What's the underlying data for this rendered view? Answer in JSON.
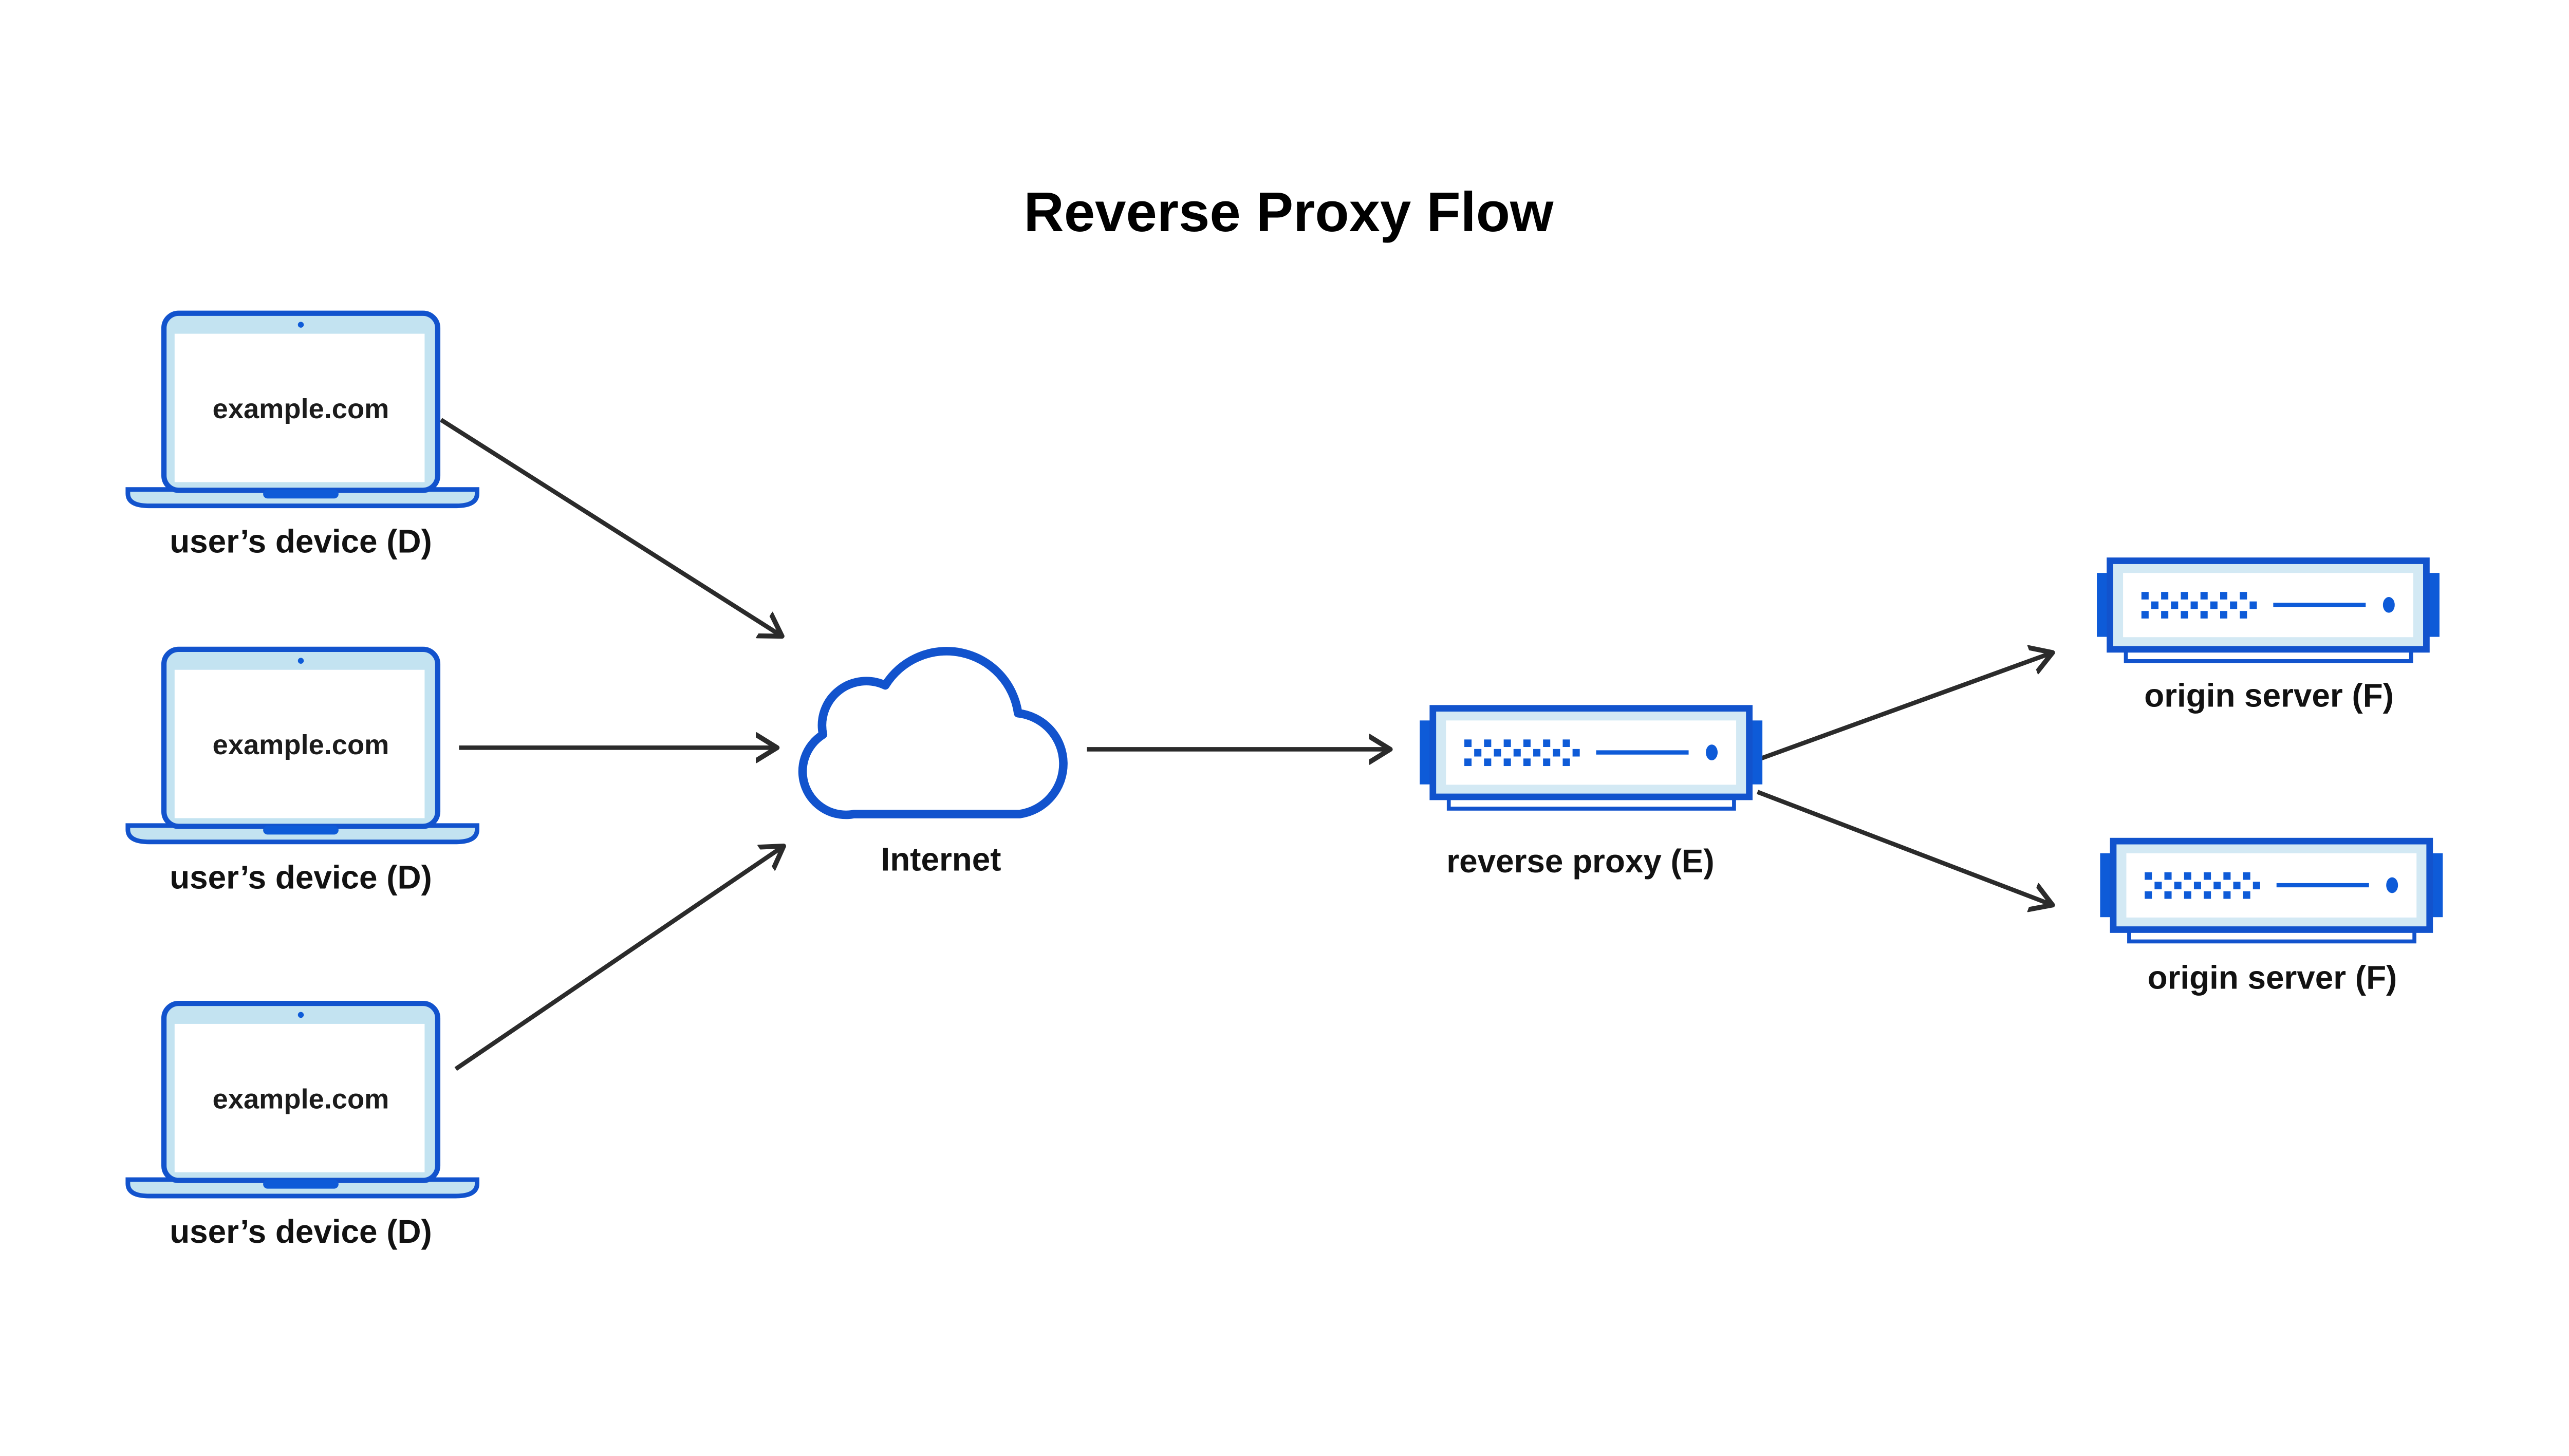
{
  "title": "Reverse Proxy Flow",
  "devices": [
    {
      "screen_label": "example.com",
      "label": "user’s device (D)"
    },
    {
      "screen_label": "example.com",
      "label": "user’s device (D)"
    },
    {
      "screen_label": "example.com",
      "label": "user’s device (D)"
    }
  ],
  "internet": {
    "label": "Internet"
  },
  "reverse_proxy": {
    "label": "reverse proxy (E)"
  },
  "origin_servers": [
    {
      "label": "origin server (F)"
    },
    {
      "label": "origin server (F)"
    }
  ],
  "colors": {
    "stroke_blue": "#1253cd",
    "fill_blue": "#0e5bd8",
    "laptop_bezel": "#c3e3f1",
    "server_bezel": "#d3e9f4",
    "arrow": "#2b2b2b",
    "text": "#121212",
    "background": "#ffffff"
  }
}
